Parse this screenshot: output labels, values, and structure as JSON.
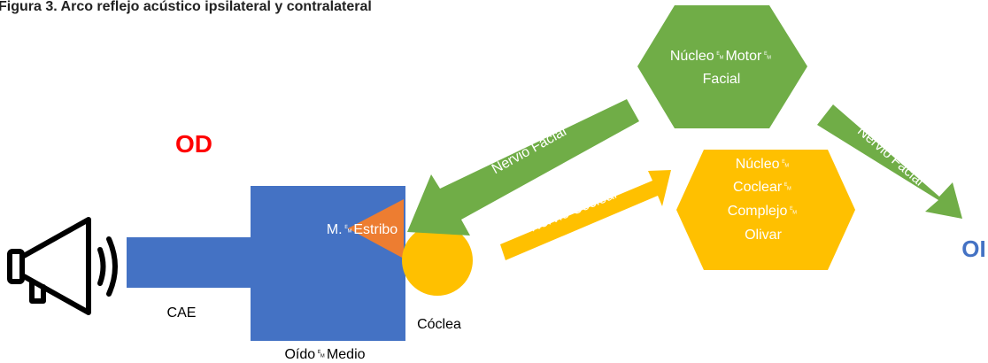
{
  "figure": {
    "caption": "Figura 3. Arco reflejo acústico ipsilateral y contralateral"
  },
  "labels": {
    "od": "OD",
    "oi": "OI",
    "cae": "CAE",
    "oido_medio": "Oído␙Medio",
    "estribo": "M.␙Estribo",
    "coclea": "Cóclea",
    "nucleo_motor_facial_line1": "Núcleo␙Motor␙",
    "nucleo_motor_facial_line2": "Facial",
    "nucleo_coclear_line1": "Núcleo␙",
    "nucleo_coclear_line2": "Coclear␙",
    "nucleo_coclear_line3": "Complejo␙",
    "nucleo_coclear_line4": "Olivar",
    "nervio_facial_left": "Nervio Facial",
    "nervio_coclear": "Nervio Coclear",
    "nervio_facial_right": "Nervio Facial"
  },
  "icons": {
    "sound_source": "megaphone-icon"
  },
  "colors": {
    "blue": "#4472C4",
    "orange": "#ED7D31",
    "yellow": "#FFC000",
    "green": "#70AD47",
    "red": "#FF0000"
  }
}
